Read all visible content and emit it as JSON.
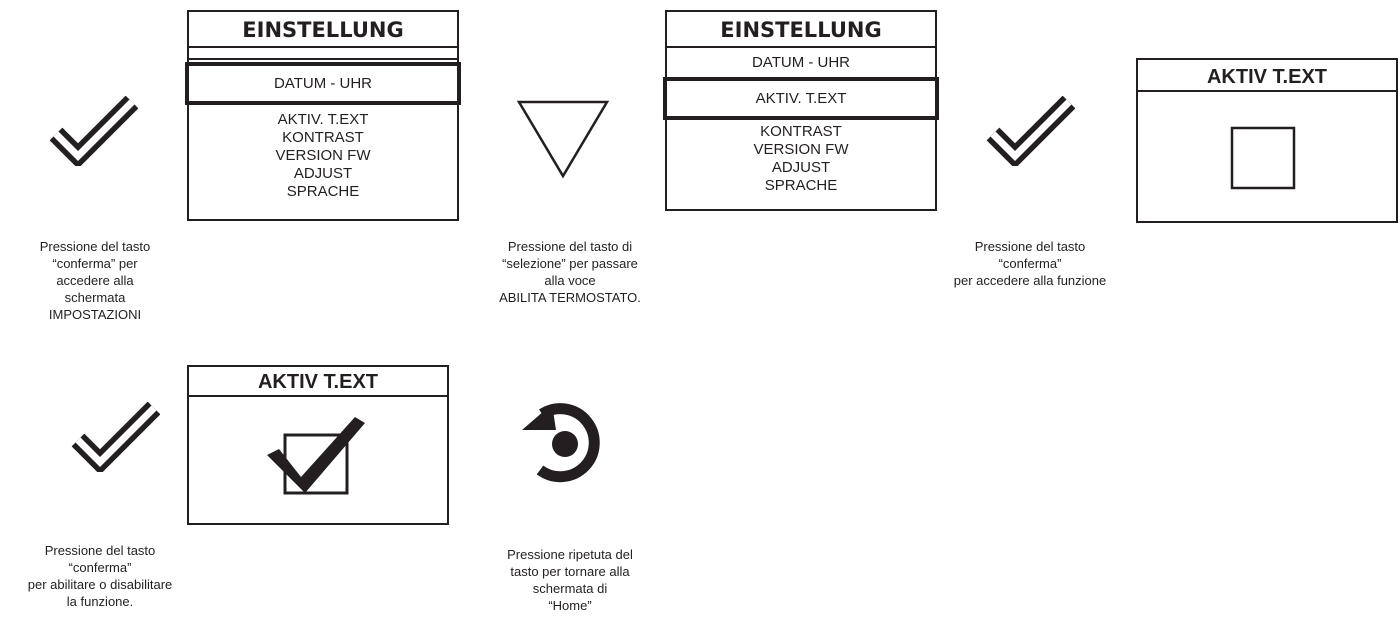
{
  "steps": [
    {
      "button": "check-icon",
      "caption": "Pressione del tasto\n“conferma” per\naccedere alla\nschermata\nIMPOSTAZIONI",
      "screen": {
        "title": "EINSTELLUNG",
        "selected": "DATUM - UHR",
        "items_below": "AKTIV. T.EXT\nKONTRAST\nVERSION FW\nADJUST\nSPRACHE"
      }
    },
    {
      "button": "triangle-down-icon",
      "caption": "Pressione del tasto di\n“selezione” per passare\nalla voce\nABILITA TERMOSTATO.",
      "screen": {
        "title": "EINSTELLUNG",
        "items_above": "DATUM - UHR",
        "selected": "AKTIV. T.EXT",
        "items_below": "KONTRAST\nVERSION FW\nADJUST\nSPRACHE"
      }
    },
    {
      "button": "check-icon",
      "caption": "Pressione del tasto\n“conferma”\nper accedere alla funzione",
      "screen": {
        "title": "AKTIV T.EXT",
        "state": "unchecked-box-icon"
      }
    },
    {
      "button": "check-icon",
      "caption": "Pressione del tasto\n“conferma”\nper abilitare o disabilitare\nla funzione.",
      "screen": {
        "title": "AKTIV T.EXT",
        "state": "checked-box-icon"
      }
    },
    {
      "button": "back-return-icon",
      "caption": "Pressione ripetuta del\ntasto per tornare alla\nschermata di\n“Home”"
    }
  ],
  "colors": {
    "ink": "#231f20",
    "background": "#ffffff"
  }
}
